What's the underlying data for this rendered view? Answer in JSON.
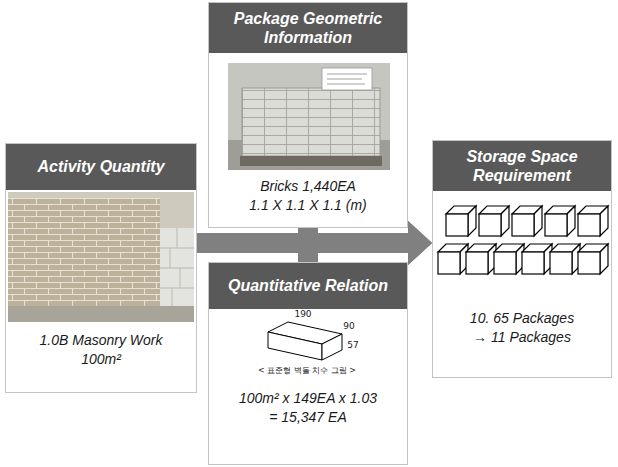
{
  "diagram": {
    "nodes": [
      {
        "text": [
          "Activity Quantity",
          "1.0B Masonry Work 100m²"
        ]
      },
      {
        "text": [
          "Package Geometric Information",
          "Bricks 1,440EA",
          "1.1 X 1.1 X 1.1 (m)"
        ]
      },
      {
        "text": [
          "Quantitative Relation",
          "100m² x 149EA x 1.03 = 15,347 EA"
        ]
      },
      {
        "text": [
          "Storage Space Requirement",
          "10. 65 Packages → 11 Packages"
        ]
      }
    ],
    "edges": [
      {
        "from": 0,
        "to": 3,
        "arrow": "to"
      },
      {
        "from": 1,
        "to": 3,
        "arrow": "to"
      },
      {
        "from": 2,
        "to": 3,
        "arrow": "to"
      }
    ],
    "labels": [
      "190",
      "90",
      "57",
      "< 표준형 벽돌 치수 그림 >"
    ]
  }
}
